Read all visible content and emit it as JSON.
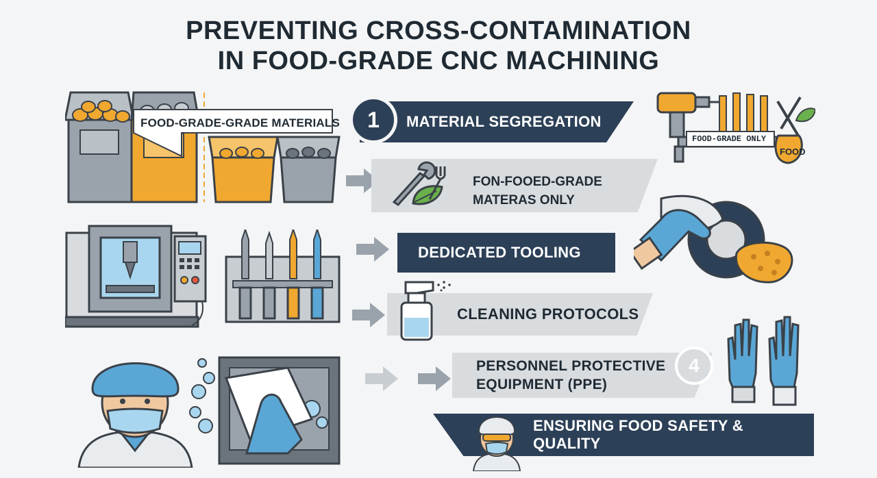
{
  "title_line1": "PREVENTING CROSS-CONTAMINATION",
  "title_line2": "IN FOOD-GRADE CNC MACHINING",
  "bins_label": "FOOD-GRADE-GRADE MATERIALS",
  "step1_number": "1",
  "step1_label": "MATERIAL SEGREGATION",
  "sub_label_line1": "FON-FOOED-GRADE",
  "sub_label_line2": "MATERAS ONLY",
  "rack_label": "FOOD-GRADE ONLY",
  "food_bag_label": "FOOD",
  "step2_label": "DEDICATED TOOLING",
  "step3_label": "CLEANING PROTOCOLS",
  "step4_label_line1": "PERSONNEL PROTECTIVE",
  "step4_label_line2": "EQUIPMENT (PPE)",
  "step4_number": "4",
  "footer_label": "ENSURING FOOD SAFETY & QUALITY",
  "colors": {
    "navy": "#2c4057",
    "light_banner": "#d9dcdf",
    "orange": "#f0a830",
    "gray": "#9aa3ab",
    "blue": "#5aa7d6",
    "green": "#6ab04c"
  }
}
